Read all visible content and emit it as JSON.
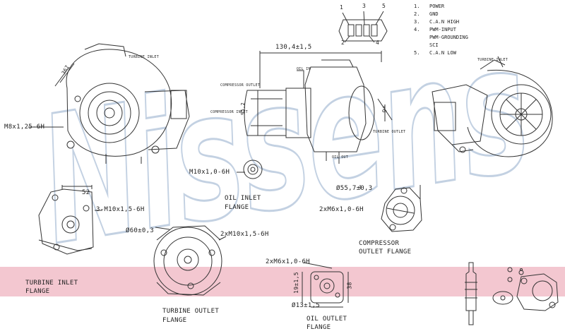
{
  "watermark": {
    "text": "Nissens",
    "color": "#b9c9de"
  },
  "band_color": "#f3c7d0",
  "connector": {
    "pins_top": [
      "1",
      "3",
      "5"
    ],
    "pins_bottom": [
      "2",
      "4"
    ]
  },
  "pin_legend": [
    {
      "num": "1.",
      "text": "POWER"
    },
    {
      "num": "2.",
      "text": "GND"
    },
    {
      "num": "3.",
      "text": "C.A.N HIGH"
    },
    {
      "num": "4.",
      "text": "PWM-INPUT"
    },
    {
      "num": "",
      "text": "PWM-GROUNDING"
    },
    {
      "num": "",
      "text": "SCI"
    },
    {
      "num": "5.",
      "text": "C.A.N LOW"
    }
  ],
  "dims": {
    "length": "130,4±1,5",
    "height": "95,2",
    "angle": "9°",
    "width_left": "367",
    "m8": "M8x1,25-6H",
    "m10_oil": "M10x1,0-6H",
    "m10_turbine": "3-M10x1,5-6H",
    "dim52": "52",
    "d60": "Ø60±0,3",
    "m10_outlet": "2xM10x1,5-6H",
    "d55": "Ø55,7±0,3",
    "m6_comp": "2xM6x1,0-6H",
    "m6_oil": "2xM6x1,0-6H",
    "dim19": "19±1,5",
    "dim38": "38",
    "d13": "Ø13±1,5"
  },
  "small_labels": {
    "turbine_inlet_1": "TURBINE INLET",
    "turbine_inlet_2": "TURBINE INLET",
    "compressor_outlet": "COMPRESSOR OUTLET",
    "compressor_inlet": "COMPRESSOR INLET",
    "turbine_outlet": "TURBINE OUTLET",
    "oil_in": "OIL IN",
    "oil_out": "OIL OUT"
  },
  "captions": {
    "oil_inlet": [
      "OIL INLET",
      "FLANGE"
    ],
    "compressor_outlet": [
      "COMPRESSOR",
      "OUTLET FLANGE"
    ],
    "turbine_inlet": [
      "TURBINE INLET",
      "FLANGE"
    ],
    "turbine_outlet": [
      "TURBINE OUTLET",
      "FLANGE"
    ],
    "oil_outlet": [
      "OIL OUTLET",
      "FLANGE"
    ]
  }
}
